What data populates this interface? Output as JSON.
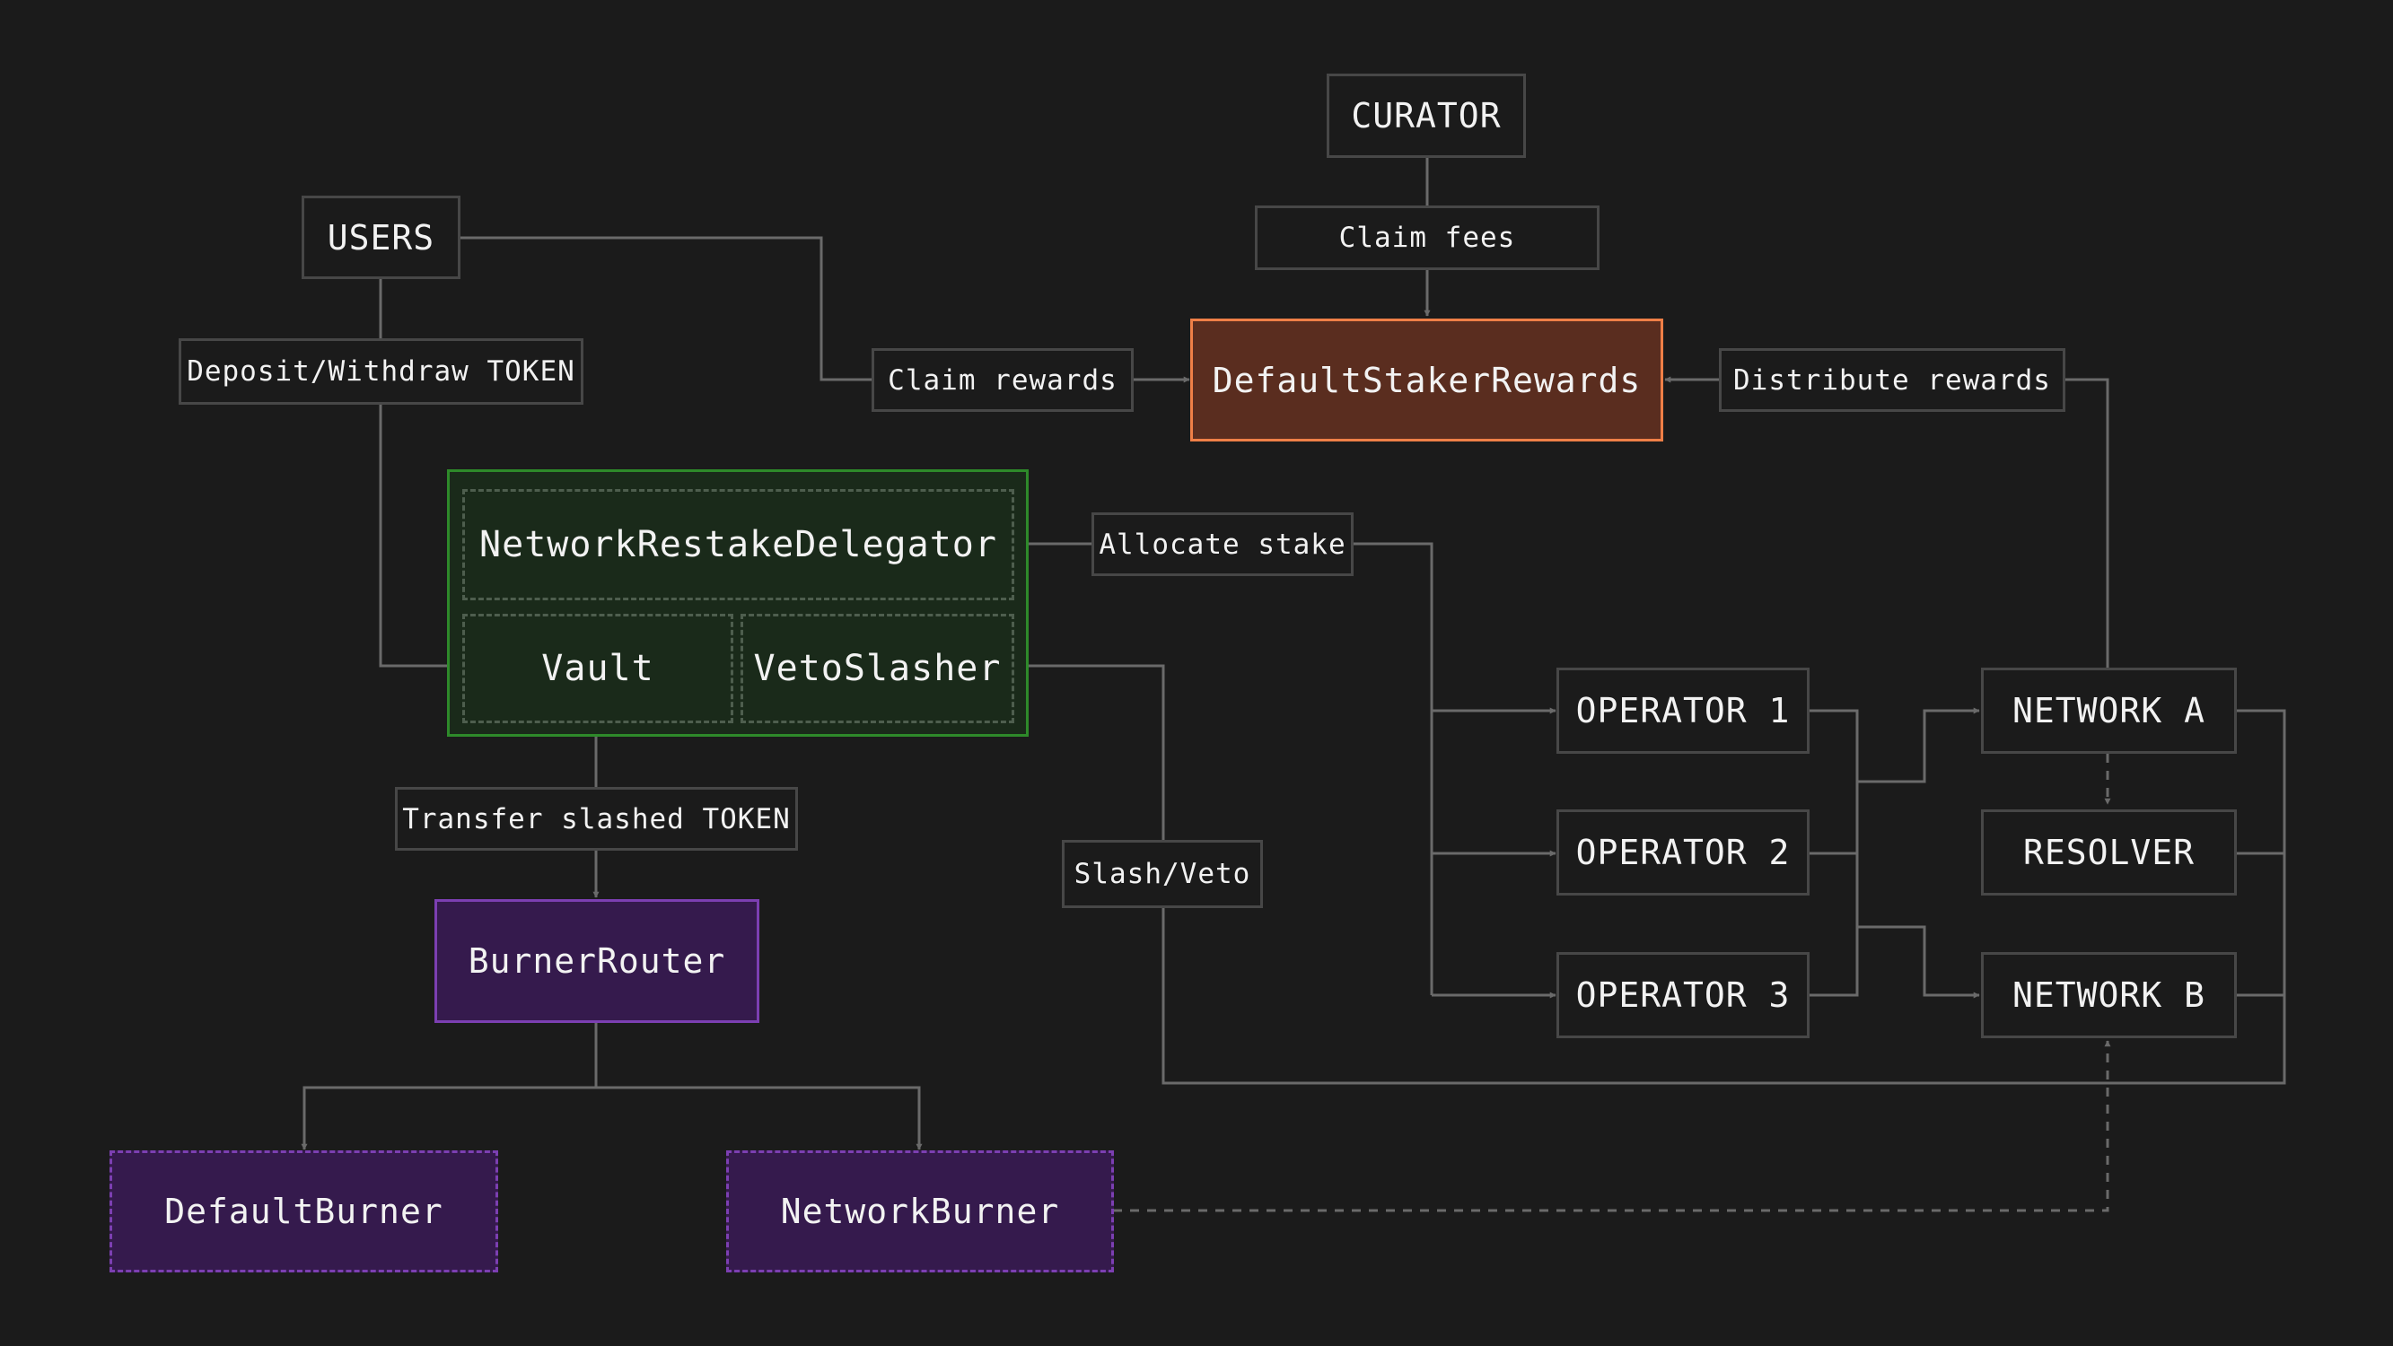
{
  "nodes": {
    "curator": "CURATOR",
    "users": "USERS",
    "rewards": "DefaultStakerRewards",
    "delegator": "NetworkRestakeDelegator",
    "vault": "Vault",
    "slasher": "VetoSlasher",
    "burner_router": "BurnerRouter",
    "default_burner": "DefaultBurner",
    "network_burner": "NetworkBurner",
    "operator_1": "OPERATOR 1",
    "operator_2": "OPERATOR 2",
    "operator_3": "OPERATOR 3",
    "network_a": "NETWORK A",
    "resolver": "RESOLVER",
    "network_b": "NETWORK B"
  },
  "labels": {
    "claim_fees": "Claim fees",
    "deposit_withdraw": "Deposit/Withdraw TOKEN",
    "claim_rewards": "Claim rewards",
    "distribute_rewards": "Distribute rewards",
    "allocate_stake": "Allocate stake",
    "transfer_slashed": "Transfer slashed TOKEN",
    "slash_veto": "Slash/Veto"
  },
  "colors": {
    "background": "#1b1b1b",
    "connector": "#6a6a6a",
    "rewards_fill": "#5a2d1f",
    "rewards_border": "#ef7f47",
    "vault_fill": "#1a2a1a",
    "vault_border": "#2e8a2a",
    "burner_fill": "#351a4d",
    "burner_border": "#7c3fb2"
  }
}
